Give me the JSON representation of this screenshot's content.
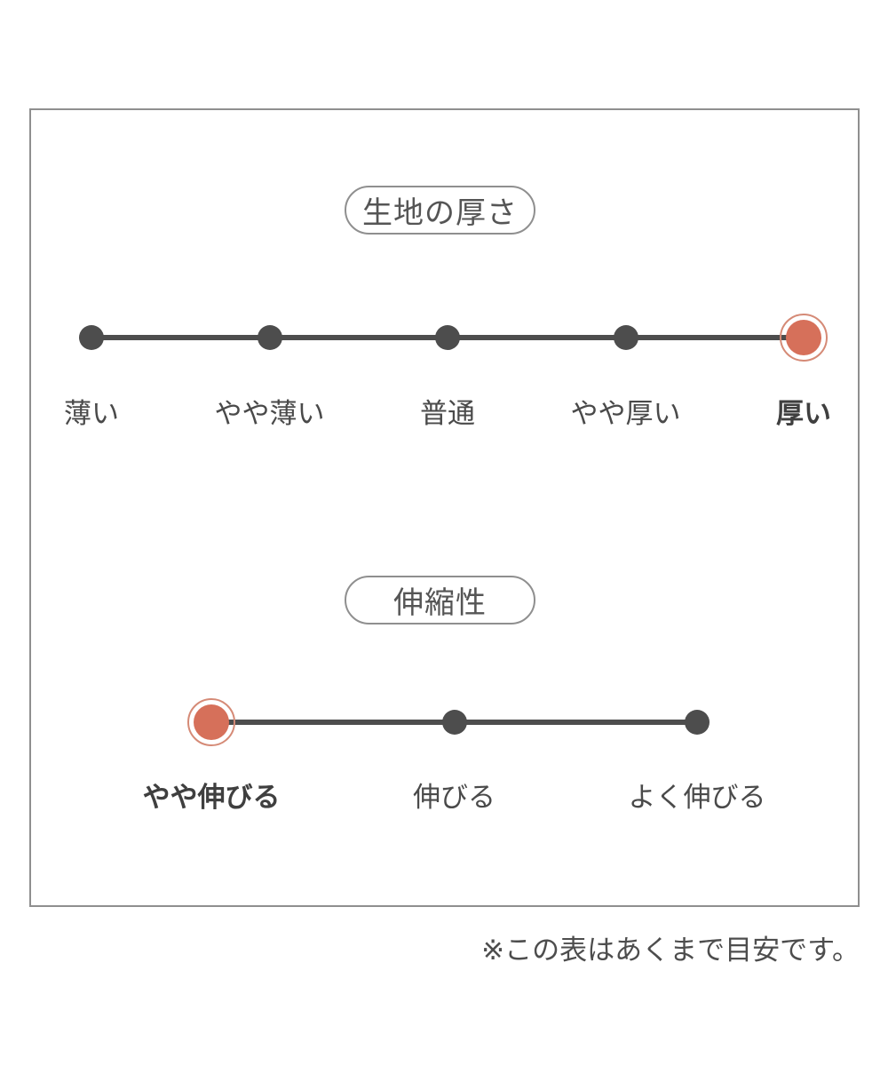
{
  "chart_data": [
    {
      "type": "rating-scale",
      "title": "生地の厚さ",
      "categories": [
        "薄い",
        "やや薄い",
        "普通",
        "やや厚い",
        "厚い"
      ],
      "selected": "厚い",
      "selected_index": 4,
      "num_levels": 5
    },
    {
      "type": "rating-scale",
      "title": "伸縮性",
      "categories": [
        "やや伸びる",
        "伸びる",
        "よく伸びる"
      ],
      "selected": "やや伸びる",
      "selected_index": 0,
      "num_levels": 3
    }
  ],
  "footer": {
    "note": "※この表はあくまで目安です。"
  },
  "colors": {
    "accent": "#d6705a",
    "accent_ring": "#d58a76",
    "ink": "#4d4d4d",
    "box_border": "#8f8f8f"
  }
}
